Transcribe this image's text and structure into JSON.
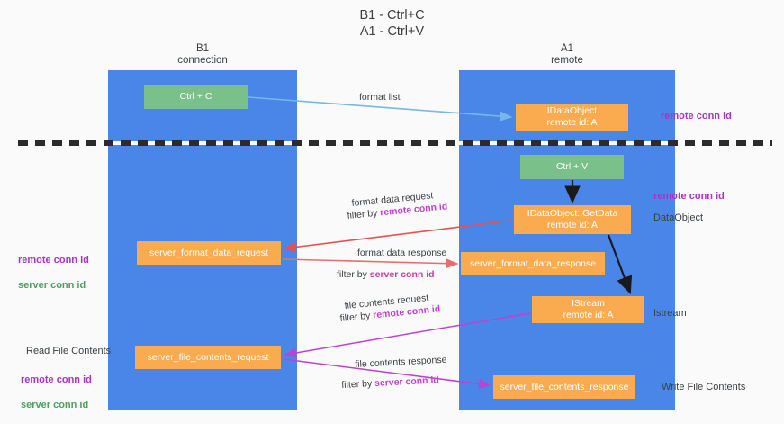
{
  "title": "B1 - Ctrl+C\nA1 - Ctrl+V",
  "columns": {
    "left": {
      "name": "B1",
      "role": "connection",
      "label": "B1\nconnection"
    },
    "right": {
      "name": "A1",
      "role": "remote",
      "label": "A1\nremote"
    }
  },
  "nodes": {
    "ctrl_c": {
      "label": "Ctrl + C",
      "color": "#7ac08a",
      "column": "B1",
      "section": "top"
    },
    "idataobject": {
      "label": "IDataObject\nremote id: A",
      "color": "#fbab4f",
      "column": "A1",
      "section": "top"
    },
    "ctrl_v": {
      "label": "Ctrl + V",
      "color": "#7ac08a",
      "column": "A1",
      "section": "bottom"
    },
    "getdata": {
      "label": "IDataObject::GetData\nremote id: A",
      "color": "#fbab4f",
      "column": "A1",
      "section": "bottom"
    },
    "server_format_data_request": {
      "label": "server_format_data_request",
      "color": "#fbab4f",
      "column": "B1",
      "section": "bottom"
    },
    "server_format_data_response": {
      "label": "server_format_data_response",
      "color": "#fbab4f",
      "column": "A1",
      "section": "bottom"
    },
    "istream": {
      "label": "IStream\nremote id: A",
      "color": "#fbab4f",
      "column": "A1",
      "section": "bottom"
    },
    "server_file_contents_request": {
      "label": "server_file_contents_request",
      "color": "#fbab4f",
      "column": "B1",
      "section": "bottom"
    },
    "server_file_contents_response": {
      "label": "server_file_contents_response",
      "color": "#fbab4f",
      "column": "A1",
      "section": "bottom"
    }
  },
  "edges": {
    "format_list": {
      "label": "format list",
      "color": "#76b7e8"
    },
    "format_data_request": {
      "label": "format data request",
      "filter_prefix": "filter by ",
      "filter_key": "remote conn id",
      "color": "#ea4f4f"
    },
    "format_data_response": {
      "label": "format data response",
      "filter_prefix": "filter by ",
      "filter_key": "server conn id",
      "color": "#ea6d6d"
    },
    "file_contents_request": {
      "label": "file contents request",
      "filter_prefix": "filter by ",
      "filter_key": "remote conn id",
      "color": "#c040d0"
    },
    "file_contents_response": {
      "label": "file contents response",
      "filter_prefix": "filter by ",
      "filter_key": "server conn id",
      "color": "#c040d0"
    }
  },
  "annotations": {
    "right": [
      {
        "text": "remote conn id",
        "style": "purple"
      },
      {
        "text": "remote conn id",
        "style": "purple"
      },
      {
        "text": "DataObject",
        "style": "plain"
      },
      {
        "text": "Istream",
        "style": "plain"
      },
      {
        "text": "Write File Contents",
        "style": "plain"
      }
    ],
    "left": [
      {
        "text": "remote conn id\nserver conn id",
        "style": "purple-green"
      },
      {
        "text": "Read File Contents",
        "style": "plain"
      },
      {
        "text": "remote conn id\nserver conn id",
        "style": "purple-green"
      }
    ],
    "left_conn_remote": "remote conn id",
    "left_conn_server": "server conn id",
    "read_file_contents": "Read File Contents"
  },
  "colors": {
    "lane": "#4a86e8",
    "node_green": "#7ac08a",
    "node_orange": "#fbab4f",
    "purple": "#a833c6",
    "green_text": "#4f9e63",
    "divider": "#2b2b2b",
    "background": "#fafafa"
  }
}
